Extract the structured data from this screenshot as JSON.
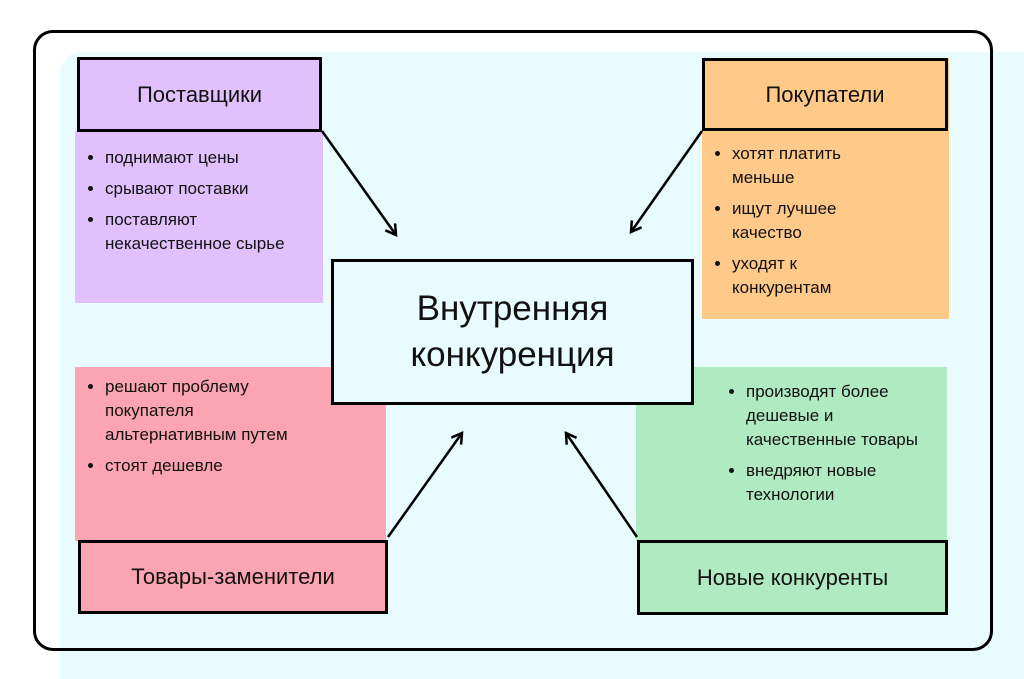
{
  "center": {
    "title_line1": "Внутренняя",
    "title_line2": "конкуренция"
  },
  "suppliers": {
    "title": "Поставщики",
    "items": [
      "поднимают цены",
      "срывают поставки",
      "поставляют некачественное сырье"
    ]
  },
  "buyers": {
    "title": "Покупатели",
    "items": [
      "хотят платить меньше",
      "ищут лучшее качество",
      "уходят к конкурентам"
    ]
  },
  "substitutes": {
    "title": "Товары-заменители",
    "items": [
      "решают проблему покупателя альтернативным путем",
      "стоят дешевле"
    ]
  },
  "new_competitors": {
    "title": "Новые конкуренты",
    "items": [
      "производят более дешевые и качественные товары",
      "внедряют новые технологии"
    ]
  },
  "colors": {
    "suppliers": "#e2c0fd",
    "buyers": "#ffc98a",
    "substitutes": "#fda4b3",
    "new_competitors": "#b0eac0",
    "background": "#e8fbfe"
  }
}
